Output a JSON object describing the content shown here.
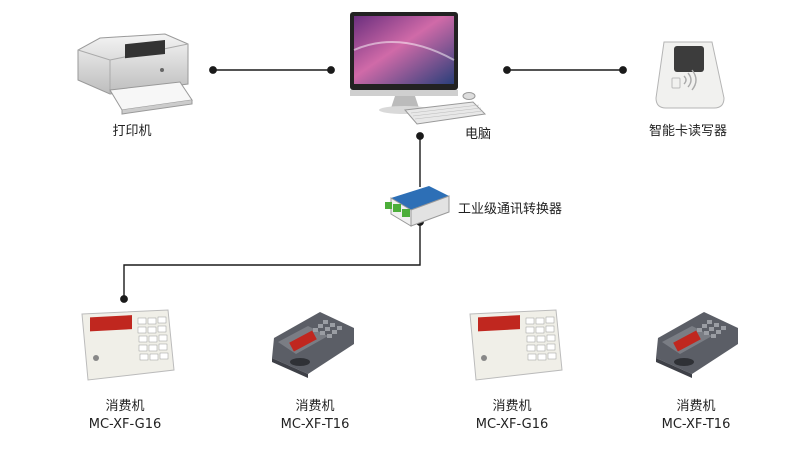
{
  "diagram": {
    "nodes": {
      "printer": {
        "label": "打印机",
        "icon": "printer-icon"
      },
      "computer": {
        "label": "电脑",
        "icon": "computer-icon"
      },
      "card_reader": {
        "label": "智能卡读写器",
        "icon": "card-reader-icon"
      },
      "converter": {
        "label": "工业级通讯转换器",
        "icon": "converter-icon"
      },
      "terminals": [
        {
          "name": "消费机",
          "model": "MC-XF-G16",
          "icon": "pos-terminal-flat-icon"
        },
        {
          "name": "消费机",
          "model": "MC-XF-T16",
          "icon": "pos-terminal-tilted-icon"
        },
        {
          "name": "消费机",
          "model": "MC-XF-G16",
          "icon": "pos-terminal-flat-icon"
        },
        {
          "name": "消费机",
          "model": "MC-XF-T16",
          "icon": "pos-terminal-tilted-icon"
        }
      ]
    },
    "colors": {
      "wire": "#1a1a1a",
      "device_body": "#e9e9e6",
      "device_dark": "#5b5e66",
      "display_red": "#c0271f",
      "converter_blue": "#2d6fb6",
      "converter_green": "#4cae3a"
    }
  }
}
